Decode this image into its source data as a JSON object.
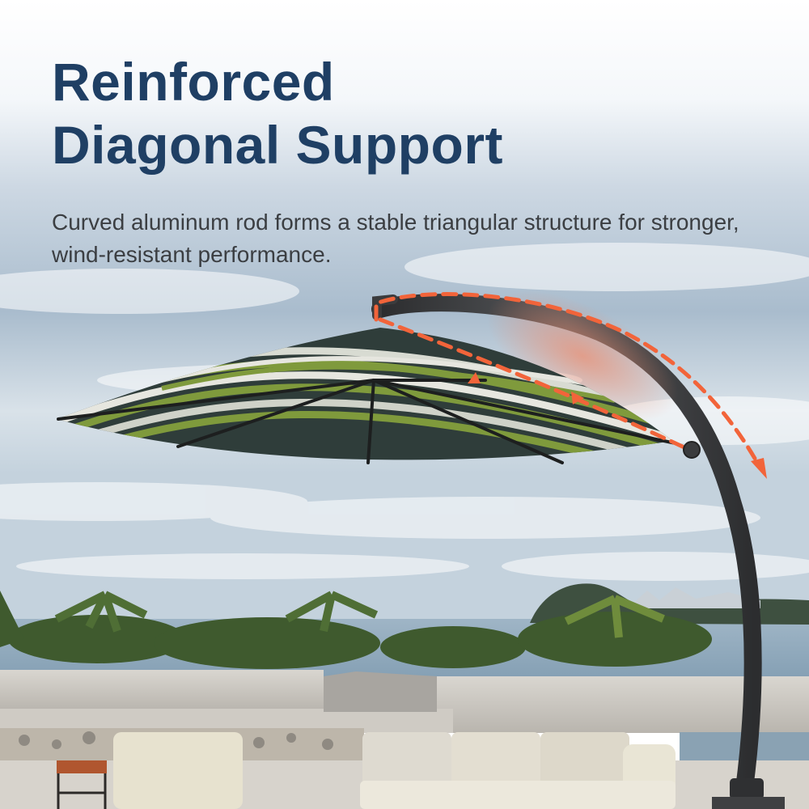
{
  "headline": {
    "line1": "Reinforced",
    "line2": "Diagonal Support"
  },
  "subtext": "Curved aluminum rod forms a stable triangular structure for stronger, wind-resistant performance.",
  "colors": {
    "headline": "#1f3f64",
    "subtext": "#3b3e42",
    "highlight_arrow": "#f2643a",
    "pole": "#3a3b3d",
    "canopy_green": "#7f9a3c",
    "canopy_dark": "#2f3d3a"
  },
  "illustration": {
    "subject": "cantilever-patio-umbrella",
    "callout": "dashed-arrow-highlight"
  }
}
